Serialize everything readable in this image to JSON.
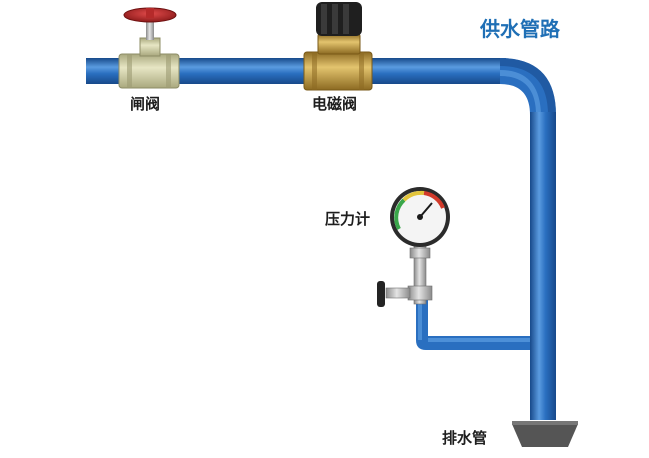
{
  "labels": {
    "supply_pipe": "供水管路",
    "gate_valve": "闸阀",
    "solenoid_valve": "电磁阀",
    "pressure_gauge": "压力计",
    "drain_pipe": "排水管"
  },
  "colors": {
    "pipe": "#2a6fc0",
    "pipe_highlight": "#5a9be0",
    "pipe_shadow": "#17498a",
    "brass": "#c8a24e",
    "pvc_fitting": "#cfcfa4",
    "title_text": "#1f6fb5",
    "label_text": "#1e1e1e"
  },
  "icons": {
    "gate_valve": "handwheel-valve-icon",
    "solenoid_valve": "solenoid-valve-icon",
    "pressure_gauge": "gauge-icon",
    "drain": "drain-funnel-icon"
  }
}
